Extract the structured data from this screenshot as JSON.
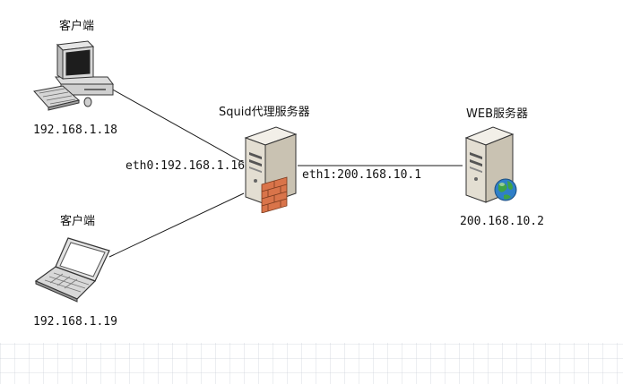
{
  "nodes": {
    "client_top": {
      "title": "客户端",
      "ip": "192.168.1.18",
      "icon": "desktop-computer-icon"
    },
    "client_bottom": {
      "title": "客户端",
      "ip": "192.168.1.19",
      "icon": "laptop-icon"
    },
    "proxy": {
      "title": "Squid代理服务器",
      "icon": "server-firewall-icon"
    },
    "web": {
      "title": "WEB服务器",
      "ip": "200.168.10.2",
      "icon": "web-server-icon"
    }
  },
  "links": {
    "eth0": "eth0:192.168.1.16",
    "eth1": "eth1:200.168.10.1"
  },
  "colors": {
    "line": "#1a1a1a",
    "server_body": "#e8e4dc",
    "firewall": "#d9744a",
    "globe": "#2f7fc8"
  }
}
